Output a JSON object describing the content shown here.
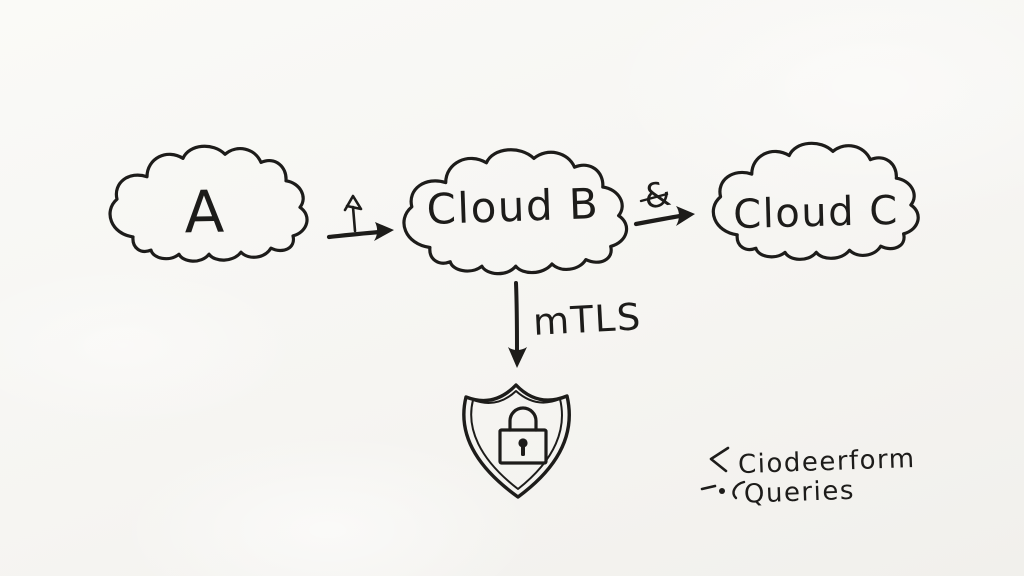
{
  "canvas": {
    "style": "hand-drawn-sketch",
    "paper_color": "#f6f5f2",
    "ink_color": "#1d1c1a"
  },
  "nodes": [
    {
      "id": "cloud-a",
      "shape": "cloud",
      "label": "A"
    },
    {
      "id": "cloud-b",
      "shape": "cloud",
      "label": "Cloud B"
    },
    {
      "id": "cloud-c",
      "shape": "cloud",
      "label": "Cloud C"
    },
    {
      "id": "shield",
      "shape": "shield-lock",
      "label": ""
    }
  ],
  "edges": [
    {
      "from": "cloud-a",
      "to": "cloud-b",
      "direction": "right",
      "annotation_icon": "up-arrow-scribble",
      "annotation": ""
    },
    {
      "from": "cloud-b",
      "to": "cloud-c",
      "direction": "right",
      "annotation_icon": "ampersand-scribble",
      "annotation": "&"
    },
    {
      "from": "cloud-b",
      "to": "shield",
      "direction": "down",
      "label": "mTLS"
    }
  ],
  "icons": [
    {
      "name": "shield-lock-icon",
      "meaning": "security / encrypted traffic"
    }
  ],
  "notes": {
    "line1": "Ciodeerform",
    "line2": "Queries",
    "line1_mark": "angle-bracket-scribble",
    "line2_mark": "dash-dot-scribble"
  }
}
